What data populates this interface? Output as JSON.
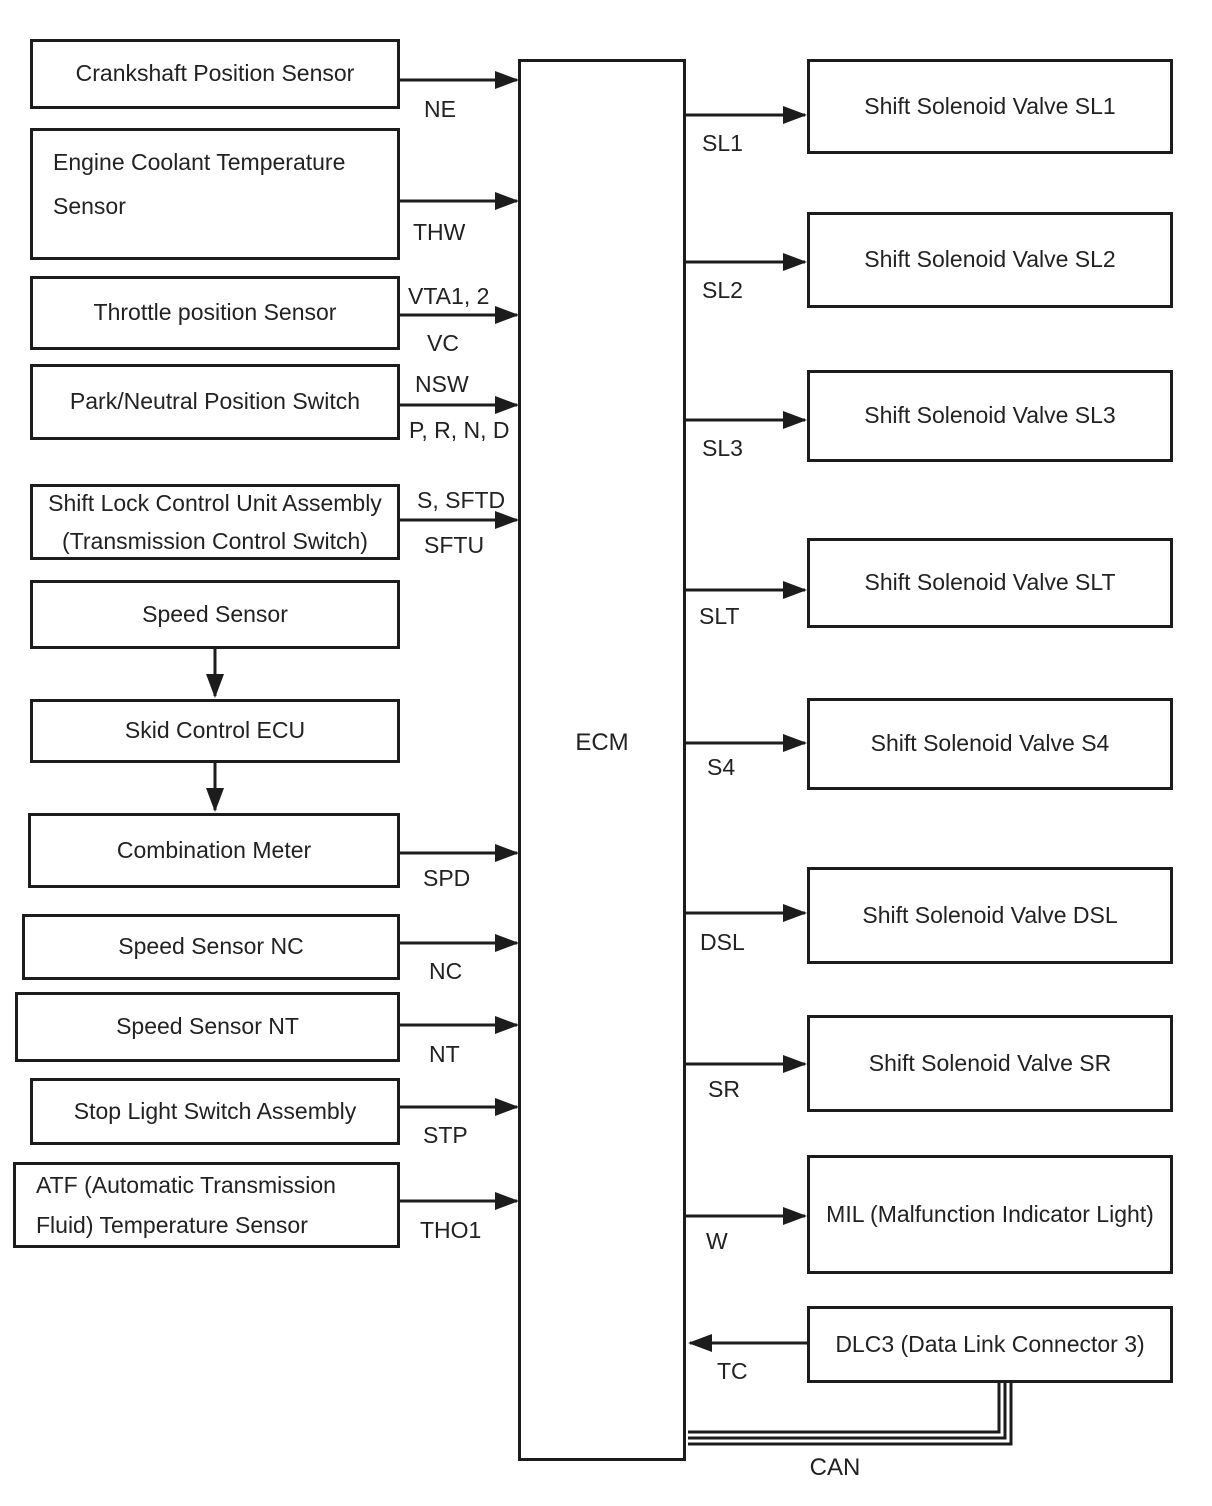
{
  "ecm": {
    "label": "ECM"
  },
  "bus": {
    "label": "CAN"
  },
  "left_nodes": [
    {
      "lines": [
        "Crankshaft Position Sensor"
      ],
      "signals": {
        "below": "NE"
      }
    },
    {
      "lines": [
        "Engine Coolant Temperature",
        "Sensor"
      ],
      "signals": {
        "below": "THW"
      }
    },
    {
      "lines": [
        "Throttle position Sensor"
      ],
      "signals": {
        "above": "VTA1, 2",
        "below": "VC"
      }
    },
    {
      "lines": [
        "Park/Neutral Position Switch"
      ],
      "signals": {
        "above": "NSW",
        "below": "P, R, N, D"
      }
    },
    {
      "lines": [
        "Shift Lock Control Unit Assembly",
        "(Transmission Control Switch)"
      ],
      "signals": {
        "above": "S, SFTD",
        "below": "SFTU"
      }
    },
    {
      "lines": [
        "Speed Sensor"
      ],
      "signals": {}
    },
    {
      "lines": [
        "Skid Control ECU"
      ],
      "signals": {}
    },
    {
      "lines": [
        "Combination Meter"
      ],
      "signals": {
        "below": "SPD"
      }
    },
    {
      "lines": [
        "Speed Sensor NC"
      ],
      "signals": {
        "below": "NC"
      }
    },
    {
      "lines": [
        "Speed Sensor NT"
      ],
      "signals": {
        "below": "NT"
      }
    },
    {
      "lines": [
        "Stop Light Switch Assembly"
      ],
      "signals": {
        "below": "STP"
      }
    },
    {
      "lines": [
        "ATF (Automatic Transmission",
        "Fluid) Temperature Sensor"
      ],
      "signals": {
        "below": "THO1"
      }
    }
  ],
  "right_nodes": [
    {
      "lines": [
        "Shift Solenoid Valve SL1"
      ],
      "signal": "SL1"
    },
    {
      "lines": [
        "Shift Solenoid Valve SL2"
      ],
      "signal": "SL2"
    },
    {
      "lines": [
        "Shift Solenoid Valve SL3"
      ],
      "signal": "SL3"
    },
    {
      "lines": [
        "Shift Solenoid Valve SLT"
      ],
      "signal": "SLT"
    },
    {
      "lines": [
        "Shift Solenoid Valve S4"
      ],
      "signal": "S4"
    },
    {
      "lines": [
        "Shift Solenoid Valve DSL"
      ],
      "signal": "DSL"
    },
    {
      "lines": [
        "Shift Solenoid Valve SR"
      ],
      "signal": "SR"
    },
    {
      "lines": [
        "MIL (Malfunction Indicator Light)"
      ],
      "signal": "W"
    },
    {
      "lines": [
        "DLC3 (Data Link Connector 3)"
      ],
      "signal": "TC"
    }
  ]
}
